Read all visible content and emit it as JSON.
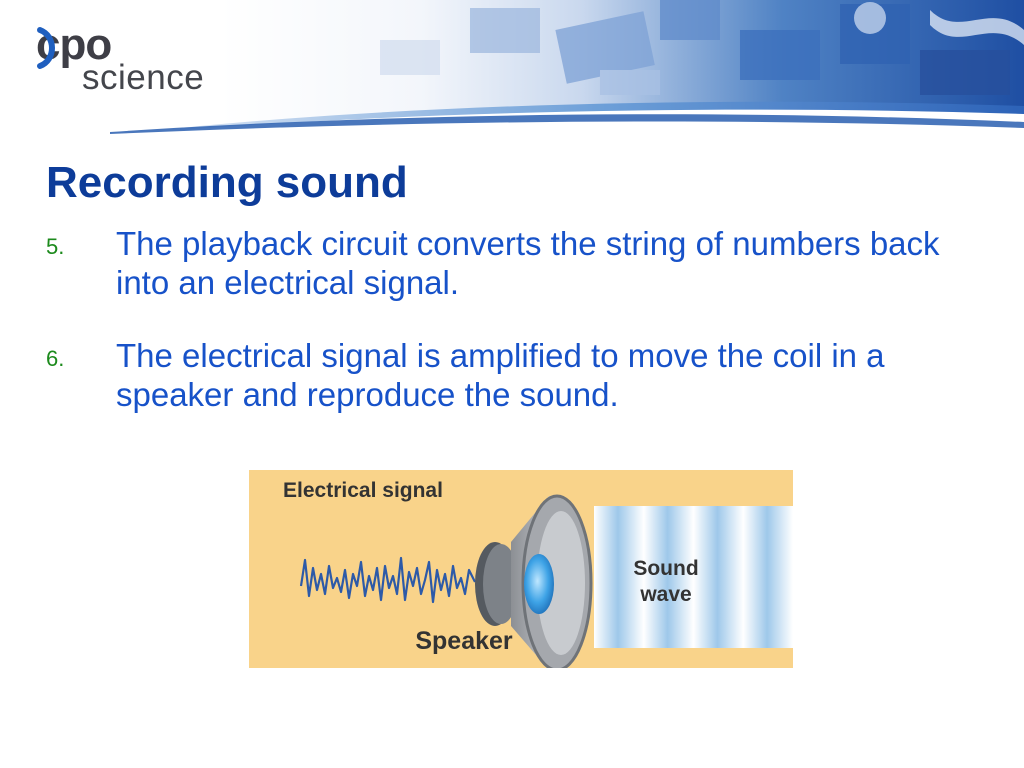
{
  "logo": {
    "line1": "cpo",
    "line2": "science"
  },
  "slide": {
    "title": "Recording sound",
    "items": [
      {
        "number": "5.",
        "text": "The playback circuit converts the string of numbers back into an electrical signal."
      },
      {
        "number": "6.",
        "text": "The electrical signal is amplified to move the coil in a speaker and reproduce the sound."
      }
    ]
  },
  "figure": {
    "electrical_signal_label": "Electrical signal",
    "sound_wave_label": "Sound wave",
    "speaker_label": "Speaker"
  },
  "colors": {
    "title": "#0d3c99",
    "body_text": "#1752c9",
    "numbering": "#1c8a1c",
    "figure_background": "#f9d38a",
    "banner_blue": "#2a5fb0"
  },
  "icons": [
    "speaker-icon",
    "waveform-icon",
    "sound-wave-icon"
  ]
}
